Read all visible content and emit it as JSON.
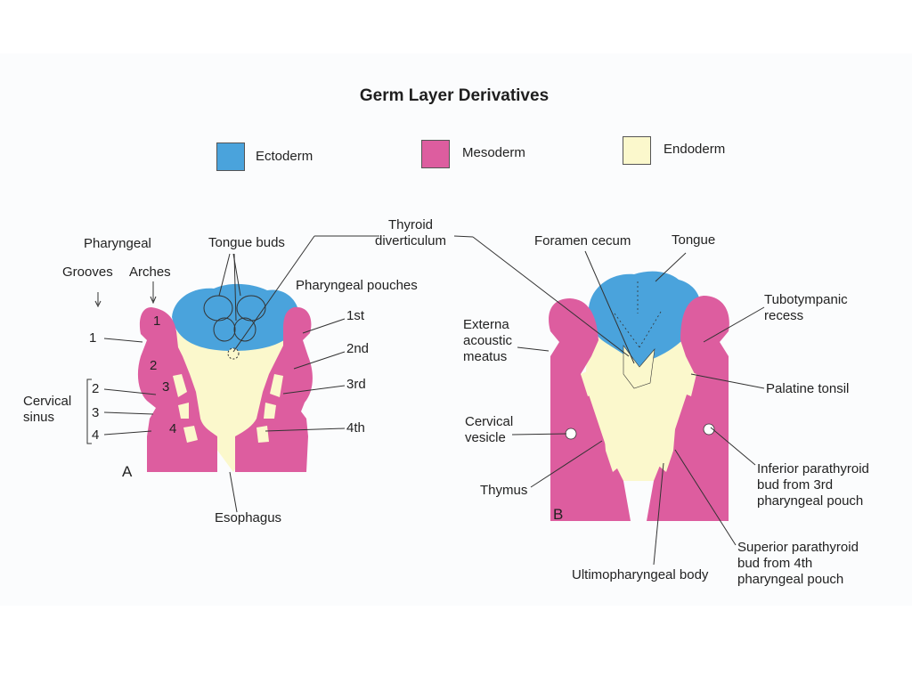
{
  "title": "Germ Layer Derivatives",
  "colors": {
    "ectoderm": "#4aa3dc",
    "mesoderm": "#dd5d9f",
    "endoderm": "#fbf8cc",
    "line": "#333333"
  },
  "legend": [
    {
      "label": "Ectoderm",
      "color": "#4aa3dc"
    },
    {
      "label": "Mesoderm",
      "color": "#dd5d9f"
    },
    {
      "label": "Endoderm",
      "color": "#fbf8cc"
    }
  ],
  "panel_a": {
    "tag": "A",
    "pharyngeal": "Pharyngeal",
    "grooves": "Grooves",
    "arches": "Arches",
    "tongue_buds": "Tongue buds",
    "thyroid": "Thyroid\ndiverticulum",
    "pouches": "Pharyngeal pouches",
    "pouch_1": "1st",
    "pouch_2": "2nd",
    "pouch_3": "3rd",
    "pouch_4": "4th",
    "groove_1": "1",
    "groove_2": "2",
    "groove_3": "3",
    "groove_4": "4",
    "arch_1": "1",
    "arch_2": "2",
    "arch_3": "3",
    "arch_4": "4",
    "cervical_sinus": "Cervical\nsinus",
    "esophagus": "Esophagus"
  },
  "panel_b": {
    "tag": "B",
    "foramen": "Foramen cecum",
    "tongue": "Tongue",
    "tubotympanic": "Tubotympanic\nrecess",
    "external": "Externa\nacoustic\nmeatus",
    "palatine": "Palatine tonsil",
    "cervical_vesicle": "Cervical\nvesicle",
    "inferior": "Inferior parathyroid\nbud from 3rd\npharyngeal pouch",
    "thymus": "Thymus",
    "superior": "Superior parathyroid\nbud from 4th\npharyngeal pouch",
    "ultimo": "Ultimopharyngeal body"
  }
}
